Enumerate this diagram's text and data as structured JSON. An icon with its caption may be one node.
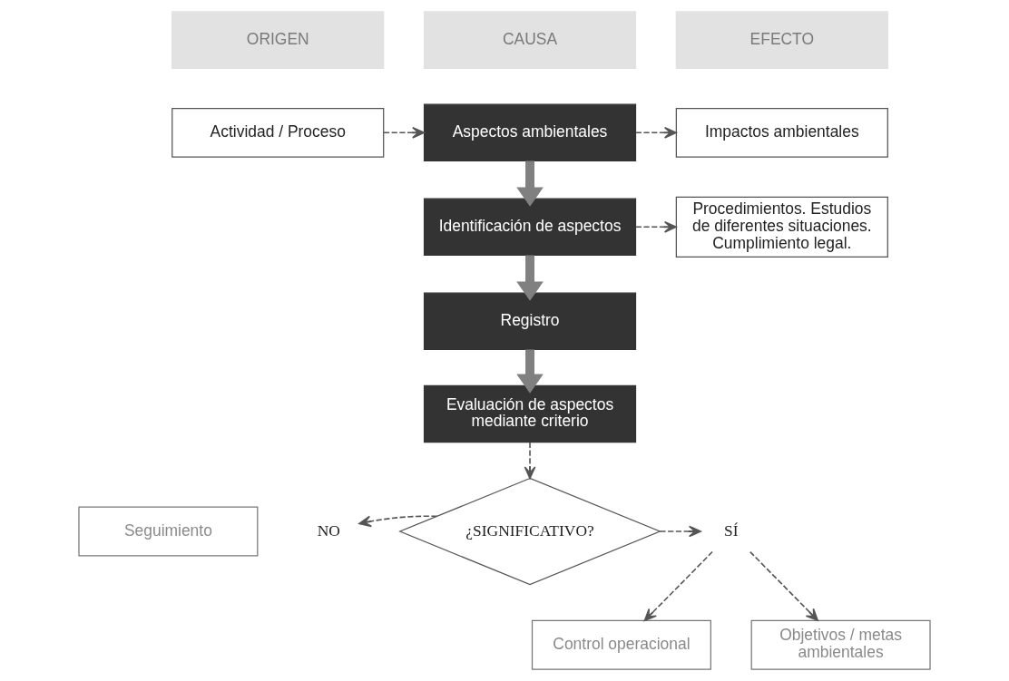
{
  "diagram": {
    "nodes": [
      {
        "text": [
          "ORIGEN"
        ]
      },
      {
        "text": [
          "CAUSA"
        ]
      },
      {
        "text": [
          "EFECTO"
        ]
      },
      {
        "text": [
          "Actividad / Proceso"
        ]
      },
      {
        "text": [
          "Aspectos ambientales"
        ]
      },
      {
        "text": [
          "Impactos ambientales"
        ]
      },
      {
        "text": [
          "Identificación de aspectos"
        ]
      },
      {
        "text": [
          "Procedimientos. Estudios de diferentes situaciones. Cumplimiento legal."
        ]
      },
      {
        "text": [
          "Registro"
        ]
      },
      {
        "text": [
          "Evaluación de aspectos mediante criterio"
        ]
      },
      {
        "text": [
          "Seguimiento"
        ]
      },
      {
        "text": [
          "NO"
        ]
      },
      {
        "text": [
          "¿SIGNIFICATIVO?"
        ]
      },
      {
        "text": [
          "SÍ"
        ]
      },
      {
        "text": [
          "Control operacional"
        ]
      },
      {
        "text": [
          "Objetivos / metas ambientales"
        ]
      }
    ],
    "edges": [
      {
        "from": 3,
        "to": 4,
        "arrow": "to",
        "style": "dashed"
      },
      {
        "from": 4,
        "to": 5,
        "arrow": "to",
        "style": "dashed"
      },
      {
        "from": 4,
        "to": 6,
        "arrow": "to",
        "style": "thick",
        "color": "#808080"
      },
      {
        "from": 6,
        "to": 7,
        "arrow": "to",
        "style": "dashed"
      },
      {
        "from": 6,
        "to": 8,
        "arrow": "to",
        "style": "thick",
        "color": "#808080"
      },
      {
        "from": 8,
        "to": 9,
        "arrow": "to",
        "style": "thick",
        "color": "#808080"
      },
      {
        "from": 9,
        "to": 12,
        "arrow": "to",
        "style": "dashed"
      },
      {
        "from": 12,
        "to": 11,
        "arrow": "to",
        "style": "dashed"
      },
      {
        "from": 12,
        "to": 13,
        "arrow": "to",
        "style": "dashed"
      },
      {
        "from": 13,
        "to": 14,
        "arrow": "to",
        "style": "dashed"
      },
      {
        "from": 13,
        "to": 15,
        "arrow": "to",
        "style": "dashed"
      }
    ]
  }
}
